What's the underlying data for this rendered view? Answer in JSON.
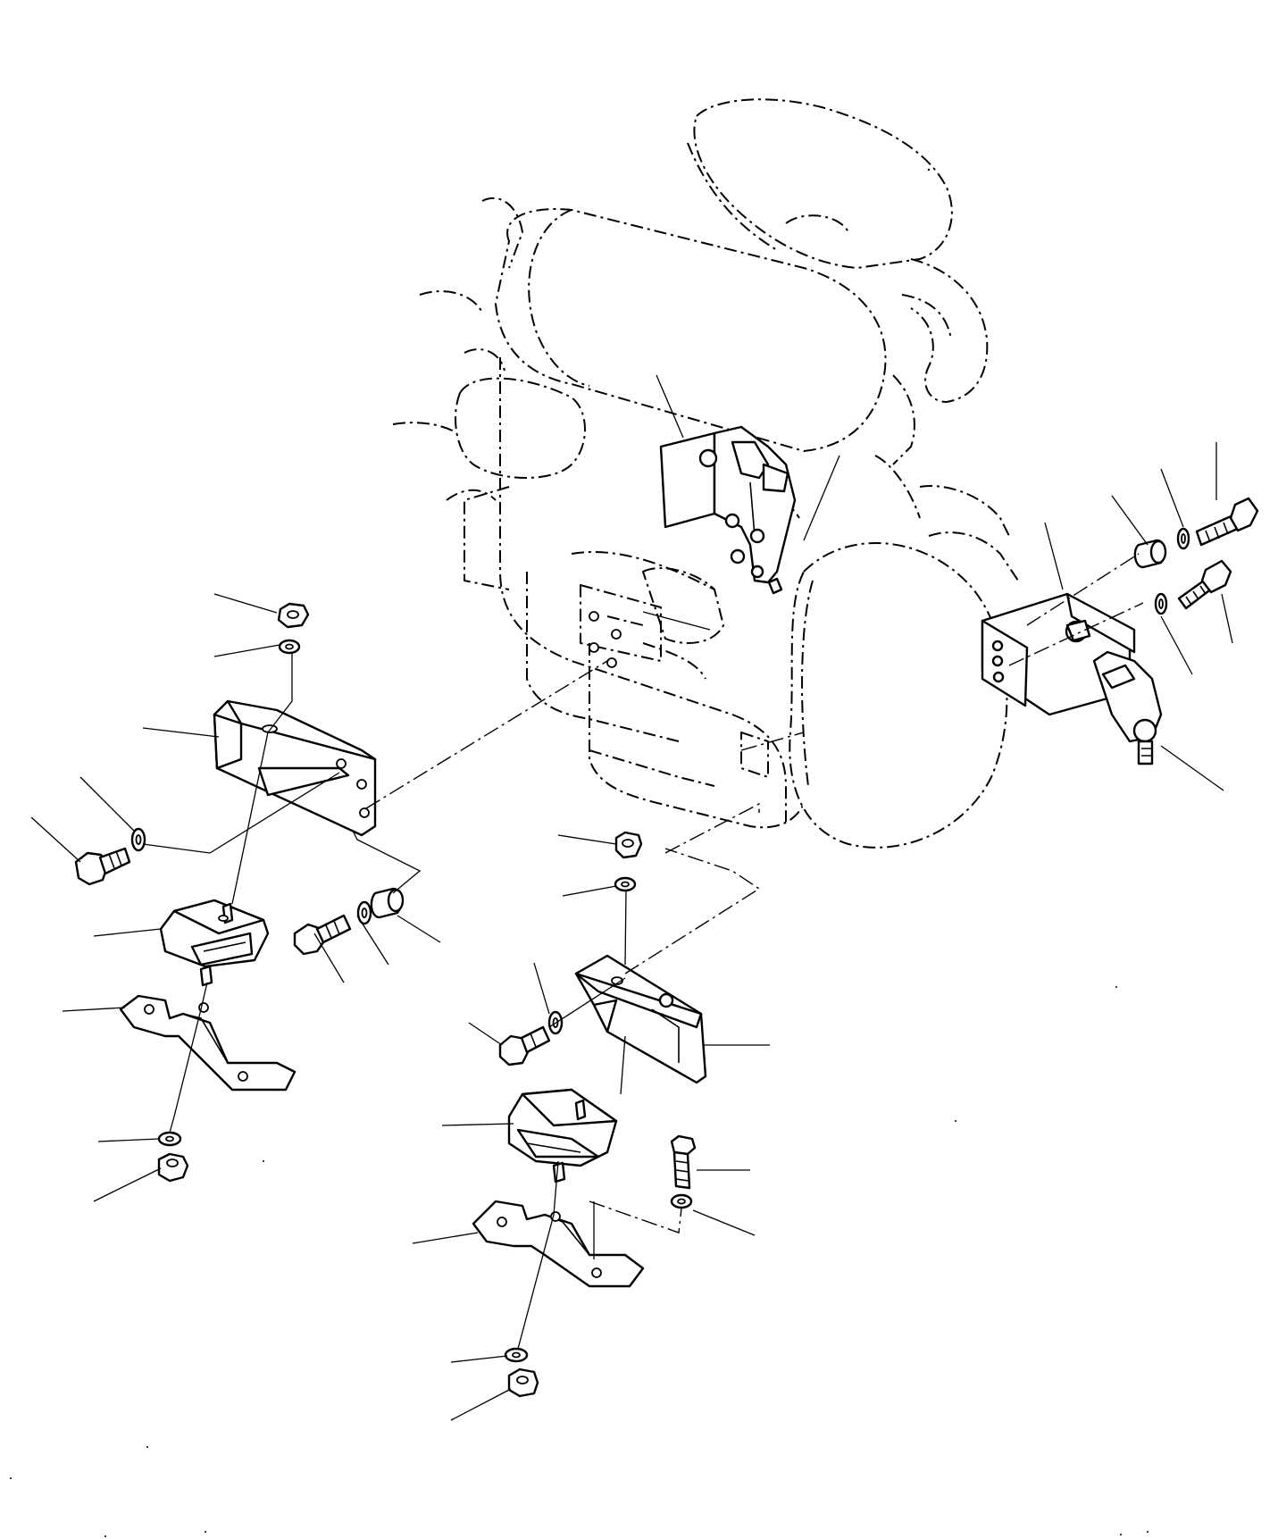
{
  "drawing": {
    "kind": "exploded parts diagram",
    "callout_numbers_visible": false,
    "colors": {
      "line": "#000000",
      "background": "#ffffff"
    },
    "parts": [
      "engine-assembly",
      "flywheel-housing",
      "front-left-bracket",
      "front-left-mount-insulator",
      "front-left-support-plate",
      "front-right-bracket",
      "front-right-mount-insulator",
      "front-right-support-plate",
      "rear-right-bracket",
      "bolt",
      "washer",
      "nut",
      "spacer-collar"
    ],
    "leader_line_count": 32
  }
}
